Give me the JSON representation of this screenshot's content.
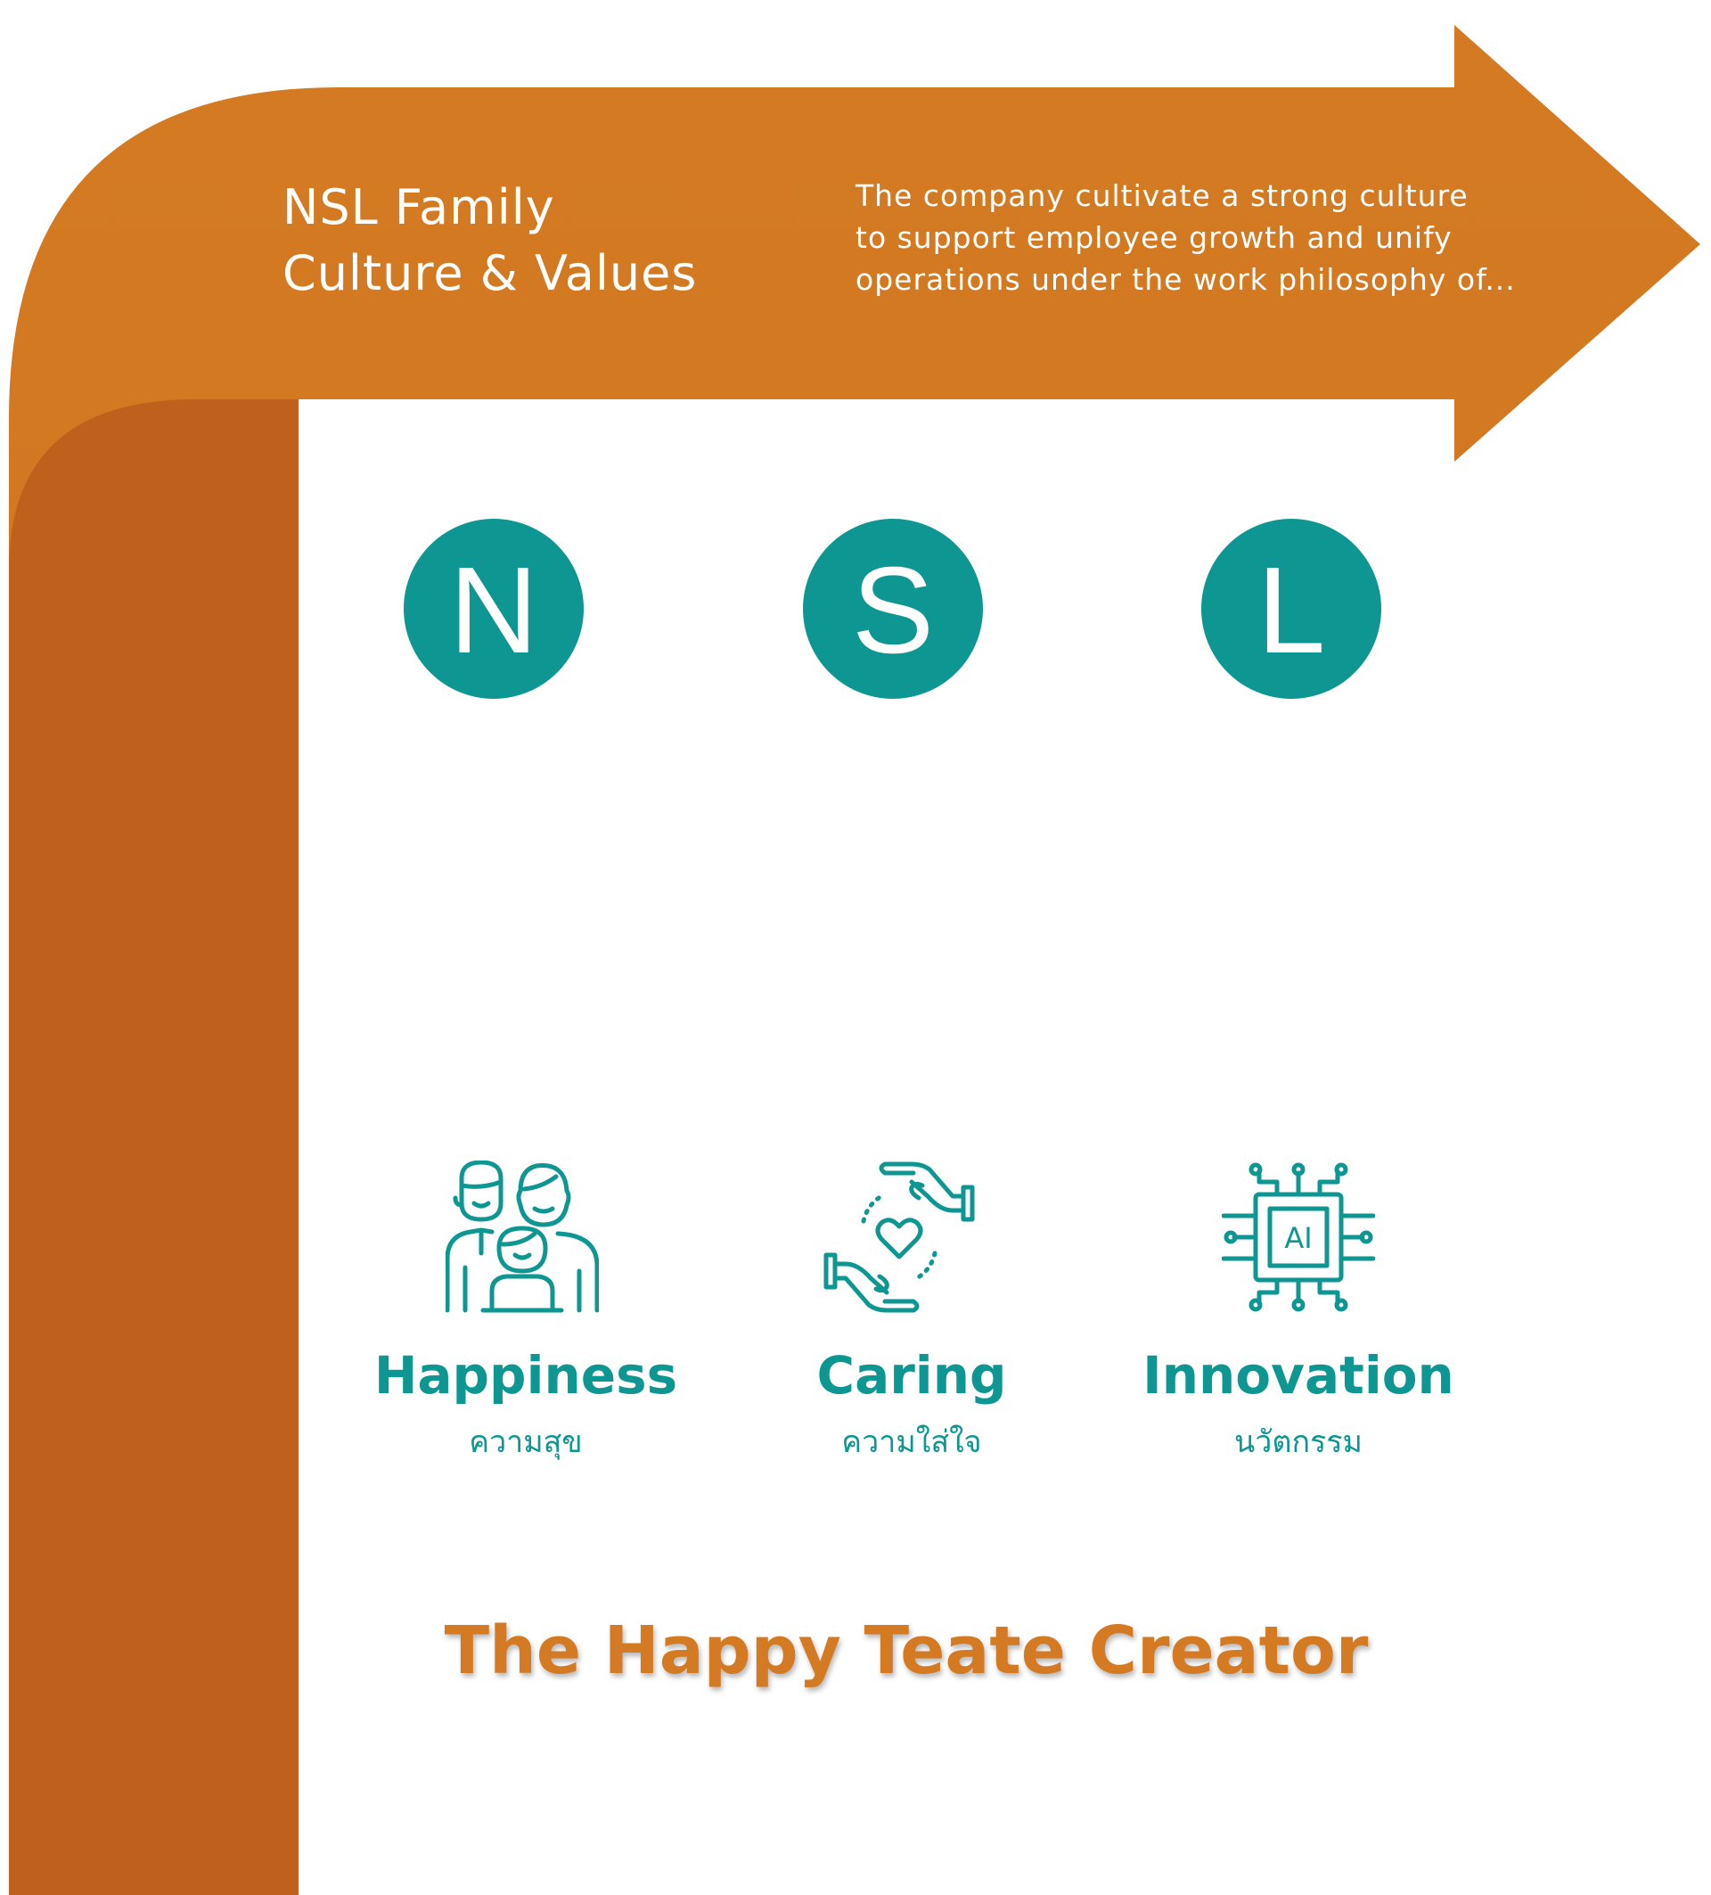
{
  "header": {
    "title_line1": "NSL Family",
    "title_line2": "Culture & Values",
    "description_lines": [
      "The company cultivate a strong culture",
      "to support employee growth and unify",
      "operations under the work philosophy of..."
    ]
  },
  "letters": [
    "N",
    "S",
    "L"
  ],
  "values": [
    {
      "icon": "family-icon",
      "title": "Happiness",
      "subtitle": "ความสุข"
    },
    {
      "icon": "caring-hands-heart-icon",
      "title": "Caring",
      "subtitle": "ความใส่ใจ"
    },
    {
      "icon": "ai-chip-icon",
      "title": "Innovation",
      "subtitle": "นวัตกรรม"
    }
  ],
  "slogan": "The Happy Teate Creator",
  "colors": {
    "arrow_orange": "#d37a22",
    "arrow_dark_orange": "#bf611d",
    "teal": "#0e9692",
    "background": "#ffffff"
  }
}
